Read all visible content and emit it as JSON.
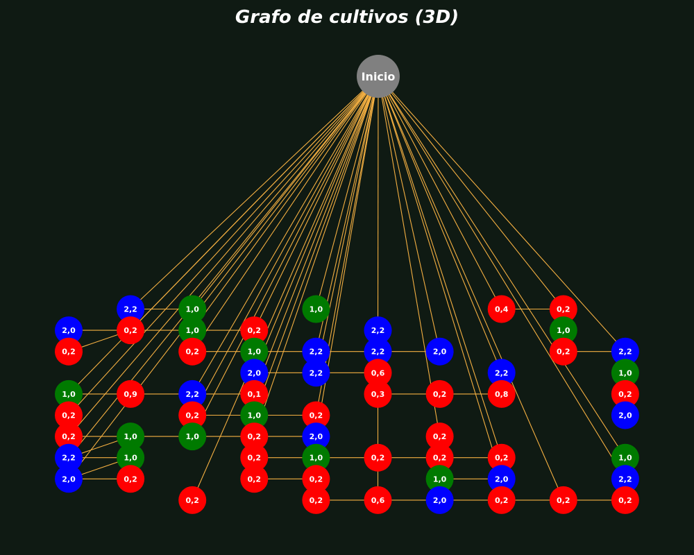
{
  "title": "Grafo de cultivos (3D)",
  "colors": {
    "background": "#0f1a13",
    "edge": "#f5b042",
    "root": "#808080",
    "blue": "#0000ff",
    "green": "#007a00",
    "red": "#ff0000",
    "text": "#ffffff"
  },
  "root": {
    "label": "Inicio"
  },
  "grid": {
    "columns": [
      1,
      2,
      3,
      4,
      5,
      6,
      7,
      8,
      9,
      10
    ],
    "rows": [
      1,
      2,
      3,
      4,
      5,
      6,
      7,
      8,
      9,
      10
    ]
  },
  "nodes": [
    {
      "id": "b2_1",
      "c": 2,
      "r": 1,
      "label": "2,2",
      "color": "blue"
    },
    {
      "id": "c3_1",
      "c": 3,
      "r": 1,
      "label": "1,0",
      "color": "green"
    },
    {
      "id": "e5_1",
      "c": 5,
      "r": 1,
      "label": "1,0",
      "color": "green"
    },
    {
      "id": "h8_1",
      "c": 8,
      "r": 1,
      "label": "0,4",
      "color": "red"
    },
    {
      "id": "i9_1",
      "c": 9,
      "r": 1,
      "label": "0,2",
      "color": "red"
    },
    {
      "id": "a1_2",
      "c": 1,
      "r": 2,
      "label": "2,0",
      "color": "blue"
    },
    {
      "id": "b2_2",
      "c": 2,
      "r": 2,
      "label": "0,2",
      "color": "red"
    },
    {
      "id": "c3_2",
      "c": 3,
      "r": 2,
      "label": "1,0",
      "color": "green"
    },
    {
      "id": "d4_2",
      "c": 4,
      "r": 2,
      "label": "0,2",
      "color": "red"
    },
    {
      "id": "f6_2",
      "c": 6,
      "r": 2,
      "label": "2,2",
      "color": "blue"
    },
    {
      "id": "i9_2",
      "c": 9,
      "r": 2,
      "label": "1,0",
      "color": "green"
    },
    {
      "id": "a1_3",
      "c": 1,
      "r": 3,
      "label": "0,2",
      "color": "red"
    },
    {
      "id": "c3_3",
      "c": 3,
      "r": 3,
      "label": "0,2",
      "color": "red"
    },
    {
      "id": "d4_3",
      "c": 4,
      "r": 3,
      "label": "1,0",
      "color": "green"
    },
    {
      "id": "e5_3",
      "c": 5,
      "r": 3,
      "label": "2,2",
      "color": "blue"
    },
    {
      "id": "f6_3",
      "c": 6,
      "r": 3,
      "label": "2,2",
      "color": "blue"
    },
    {
      "id": "g7_3",
      "c": 7,
      "r": 3,
      "label": "2,0",
      "color": "blue"
    },
    {
      "id": "i9_3",
      "c": 9,
      "r": 3,
      "label": "0,2",
      "color": "red"
    },
    {
      "id": "j10_3",
      "c": 10,
      "r": 3,
      "label": "2,2",
      "color": "blue"
    },
    {
      "id": "d4_4",
      "c": 4,
      "r": 4,
      "label": "2,0",
      "color": "blue"
    },
    {
      "id": "e5_4",
      "c": 5,
      "r": 4,
      "label": "2,2",
      "color": "blue"
    },
    {
      "id": "f6_4",
      "c": 6,
      "r": 4,
      "label": "0,6",
      "color": "red"
    },
    {
      "id": "h8_4",
      "c": 8,
      "r": 4,
      "label": "2,2",
      "color": "blue"
    },
    {
      "id": "j10_4",
      "c": 10,
      "r": 4,
      "label": "1,0",
      "color": "green"
    },
    {
      "id": "a1_5",
      "c": 1,
      "r": 5,
      "label": "1,0",
      "color": "green"
    },
    {
      "id": "b2_5",
      "c": 2,
      "r": 5,
      "label": "0,9",
      "color": "red"
    },
    {
      "id": "c3_5",
      "c": 3,
      "r": 5,
      "label": "2,2",
      "color": "blue"
    },
    {
      "id": "d4_5",
      "c": 4,
      "r": 5,
      "label": "0,1",
      "color": "red"
    },
    {
      "id": "f6_5",
      "c": 6,
      "r": 5,
      "label": "0,3",
      "color": "red"
    },
    {
      "id": "g7_5",
      "c": 7,
      "r": 5,
      "label": "0,2",
      "color": "red"
    },
    {
      "id": "h8_5",
      "c": 8,
      "r": 5,
      "label": "0,8",
      "color": "red"
    },
    {
      "id": "j10_5",
      "c": 10,
      "r": 5,
      "label": "0,2",
      "color": "red"
    },
    {
      "id": "a1_6",
      "c": 1,
      "r": 6,
      "label": "0,2",
      "color": "red"
    },
    {
      "id": "c3_6",
      "c": 3,
      "r": 6,
      "label": "0,2",
      "color": "red"
    },
    {
      "id": "d4_6",
      "c": 4,
      "r": 6,
      "label": "1,0",
      "color": "green"
    },
    {
      "id": "e5_6",
      "c": 5,
      "r": 6,
      "label": "0,2",
      "color": "red"
    },
    {
      "id": "j10_6",
      "c": 10,
      "r": 6,
      "label": "2,0",
      "color": "blue"
    },
    {
      "id": "a1_7",
      "c": 1,
      "r": 7,
      "label": "0,2",
      "color": "red"
    },
    {
      "id": "b2_7",
      "c": 2,
      "r": 7,
      "label": "1,0",
      "color": "green"
    },
    {
      "id": "c3_7",
      "c": 3,
      "r": 7,
      "label": "1,0",
      "color": "green"
    },
    {
      "id": "d4_7",
      "c": 4,
      "r": 7,
      "label": "0,2",
      "color": "red"
    },
    {
      "id": "e5_7",
      "c": 5,
      "r": 7,
      "label": "2,0",
      "color": "blue"
    },
    {
      "id": "g7_7",
      "c": 7,
      "r": 7,
      "label": "0,2",
      "color": "red"
    },
    {
      "id": "a1_8",
      "c": 1,
      "r": 8,
      "label": "2,2",
      "color": "blue"
    },
    {
      "id": "b2_8",
      "c": 2,
      "r": 8,
      "label": "1,0",
      "color": "green"
    },
    {
      "id": "d4_8",
      "c": 4,
      "r": 8,
      "label": "0,2",
      "color": "red"
    },
    {
      "id": "e5_8",
      "c": 5,
      "r": 8,
      "label": "1,0",
      "color": "green"
    },
    {
      "id": "f6_8",
      "c": 6,
      "r": 8,
      "label": "0,2",
      "color": "red"
    },
    {
      "id": "g7_8",
      "c": 7,
      "r": 8,
      "label": "0,2",
      "color": "red"
    },
    {
      "id": "h8_8",
      "c": 8,
      "r": 8,
      "label": "0,2",
      "color": "red"
    },
    {
      "id": "j10_8",
      "c": 10,
      "r": 8,
      "label": "1,0",
      "color": "green"
    },
    {
      "id": "a1_9",
      "c": 1,
      "r": 9,
      "label": "2,0",
      "color": "blue"
    },
    {
      "id": "b2_9",
      "c": 2,
      "r": 9,
      "label": "0,2",
      "color": "red"
    },
    {
      "id": "d4_9",
      "c": 4,
      "r": 9,
      "label": "0,2",
      "color": "red"
    },
    {
      "id": "e5_9",
      "c": 5,
      "r": 9,
      "label": "0,2",
      "color": "red"
    },
    {
      "id": "g7_9",
      "c": 7,
      "r": 9,
      "label": "1,0",
      "color": "green"
    },
    {
      "id": "h8_9",
      "c": 8,
      "r": 9,
      "label": "2,0",
      "color": "blue"
    },
    {
      "id": "j10_9",
      "c": 10,
      "r": 9,
      "label": "2,2",
      "color": "blue"
    },
    {
      "id": "c3_10",
      "c": 3,
      "r": 10,
      "label": "0,2",
      "color": "red"
    },
    {
      "id": "e5_10",
      "c": 5,
      "r": 10,
      "label": "0,2",
      "color": "red"
    },
    {
      "id": "f6_10",
      "c": 6,
      "r": 10,
      "label": "0,6",
      "color": "red"
    },
    {
      "id": "g7_10",
      "c": 7,
      "r": 10,
      "label": "2,0",
      "color": "blue"
    },
    {
      "id": "h8_10",
      "c": 8,
      "r": 10,
      "label": "0,2",
      "color": "red"
    },
    {
      "id": "i9_10",
      "c": 9,
      "r": 10,
      "label": "0,2",
      "color": "red"
    },
    {
      "id": "j10_10",
      "c": 10,
      "r": 10,
      "label": "0,2",
      "color": "red"
    }
  ],
  "edges": [
    [
      "b2_1",
      "c3_1"
    ],
    [
      "h8_1",
      "i9_1"
    ],
    [
      "a1_2",
      "b2_2"
    ],
    [
      "b2_2",
      "c3_2"
    ],
    [
      "c3_2",
      "d4_2"
    ],
    [
      "c3_3",
      "d4_3"
    ],
    [
      "d4_3",
      "e5_3"
    ],
    [
      "e5_3",
      "f6_3"
    ],
    [
      "f6_3",
      "g7_3"
    ],
    [
      "i9_3",
      "j10_3"
    ],
    [
      "d4_4",
      "e5_4"
    ],
    [
      "e5_4",
      "f6_4"
    ],
    [
      "a1_5",
      "b2_5"
    ],
    [
      "b2_5",
      "c3_5"
    ],
    [
      "c3_5",
      "d4_5"
    ],
    [
      "f6_5",
      "g7_5"
    ],
    [
      "g7_5",
      "h8_5"
    ],
    [
      "c3_6",
      "d4_6"
    ],
    [
      "d4_6",
      "e5_6"
    ],
    [
      "a1_7",
      "b2_7"
    ],
    [
      "b2_7",
      "c3_7"
    ],
    [
      "c3_7",
      "d4_7"
    ],
    [
      "d4_7",
      "e5_7"
    ],
    [
      "a1_8",
      "b2_8"
    ],
    [
      "d4_8",
      "e5_8"
    ],
    [
      "e5_8",
      "f6_8"
    ],
    [
      "f6_8",
      "g7_8"
    ],
    [
      "g7_8",
      "h8_8"
    ],
    [
      "a1_9",
      "b2_9"
    ],
    [
      "d4_9",
      "e5_9"
    ],
    [
      "g7_9",
      "h8_9"
    ],
    [
      "e5_10",
      "f6_10"
    ],
    [
      "f6_10",
      "g7_10"
    ],
    [
      "g7_10",
      "h8_10"
    ],
    [
      "h8_10",
      "i9_10"
    ],
    [
      "i9_10",
      "j10_10"
    ],
    [
      "f6_5",
      "f6_8"
    ],
    [
      "f6_8",
      "f6_10"
    ],
    [
      "b2_2",
      "a1_3"
    ],
    [
      "b2_7",
      "a1_8"
    ],
    [
      "b2_8",
      "a1_9"
    ]
  ],
  "root_edges": [
    "a1_5",
    "a1_6",
    "a1_7",
    "a1_8",
    "a1_9",
    "b2_1",
    "b2_2",
    "c3_1",
    "c3_2",
    "c3_3",
    "c3_5",
    "c3_6",
    "c3_7",
    "c3_10",
    "d4_2",
    "d4_4",
    "d4_5",
    "d4_6",
    "d4_7",
    "e5_1",
    "e5_3",
    "e5_4",
    "e5_6",
    "e5_7",
    "f6_2",
    "g7_3",
    "g7_7",
    "h8_4",
    "h8_8",
    "h8_9",
    "h8_1",
    "i9_1",
    "i9_10",
    "j10_3",
    "j10_8",
    "j10_9"
  ]
}
